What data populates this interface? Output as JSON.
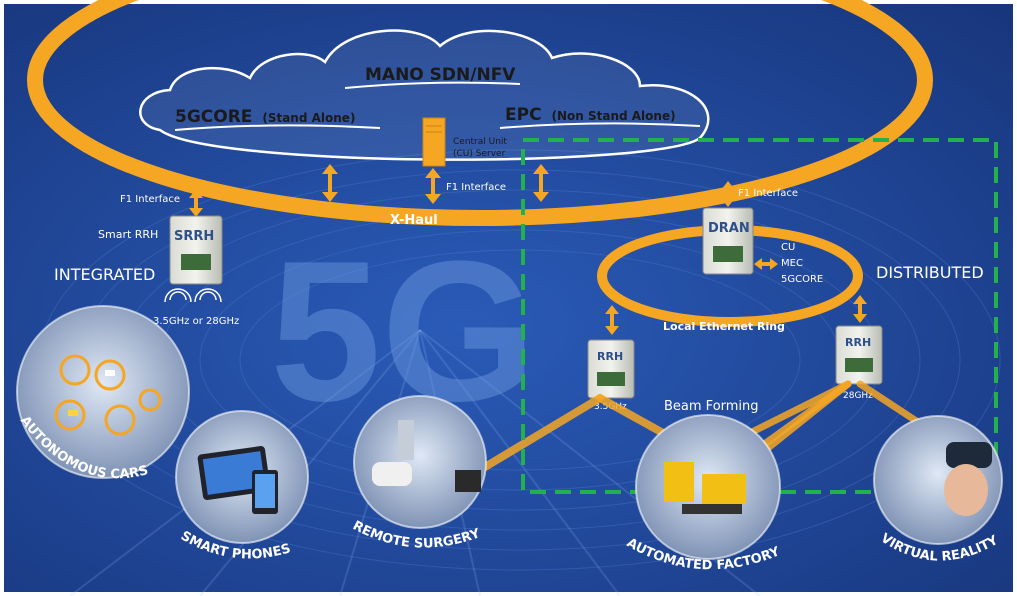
{
  "cloud": {
    "title": "MANO SDN/NFV",
    "core_main": "5GCORE",
    "core_sub": "(Stand Alone)",
    "epc_main": "EPC",
    "epc_sub": "(Non Stand Alone)",
    "cu_server_line1": "Central Unit",
    "cu_server_line2": "(CU) Server"
  },
  "xhaul": {
    "label": "X-Haul",
    "f1_left": "F1 Interface",
    "f1_center": "F1 Interface",
    "f1_right": "F1 Interface"
  },
  "integrated": {
    "heading": "INTEGRATED",
    "srrh_caption": "Smart RRH",
    "srrh_box": "SRRH",
    "freq": "3.5GHz or 28GHz"
  },
  "distributed": {
    "heading": "DISTRIBUTED",
    "dran_box": "DRAN",
    "dran_list": [
      "CU",
      "MEC",
      "5GCORE"
    ],
    "ring_label": "Local Ethernet Ring",
    "rrh_left": "RRH",
    "rrh_right": "RRH",
    "freq_left": "3.5GHz",
    "freq_right": "28GHz",
    "beam": "Beam Forming"
  },
  "big_label": "5G",
  "use_cases": [
    "AUTONOMOUS CARS",
    "SMART PHONES",
    "REMOTE SURGERY",
    "AUTOMATED FACTORY",
    "VIRTUAL REALITY"
  ],
  "colors": {
    "background": "#1b3f8f",
    "orange": "#f5a623",
    "green_dashed": "#22b14c",
    "text_light": "#ffffff"
  }
}
